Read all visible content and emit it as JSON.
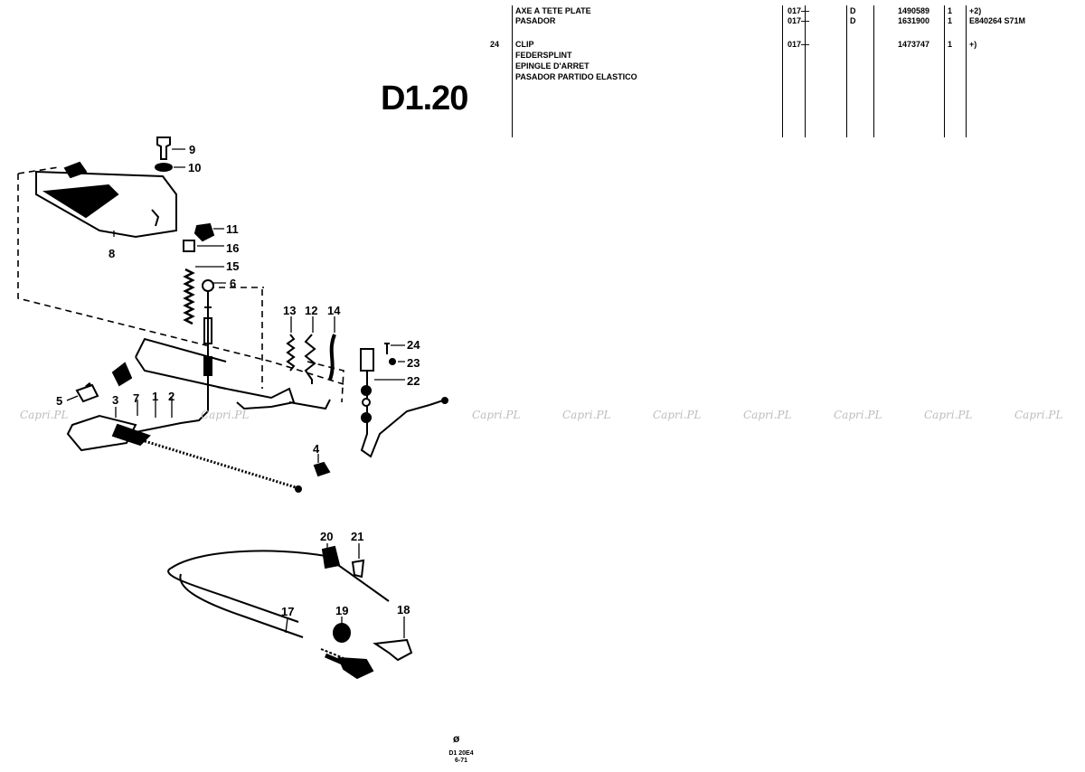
{
  "page": {
    "code": "D1.20"
  },
  "table": {
    "rows": [
      {
        "item": "",
        "desc": "AXE A TETE PLATE",
        "from": "017—",
        "ver": "D",
        "part": "1490589",
        "qty": "1",
        "remark": "+2)"
      },
      {
        "item": "",
        "desc": "PASADOR",
        "from": "017—",
        "ver": "D",
        "part": "1631900",
        "qty": "1",
        "remark": "E840264 S71M"
      },
      {
        "item": "24",
        "desc": "CLIP",
        "from": "017—",
        "ver": "",
        "part": "1473747",
        "qty": "1",
        "remark": "+)"
      },
      {
        "item": "",
        "desc": "FEDERSPLINT",
        "from": "",
        "ver": "",
        "part": "",
        "qty": "",
        "remark": ""
      },
      {
        "item": "",
        "desc": "EPINGLE D'ARRET",
        "from": "",
        "ver": "",
        "part": "",
        "qty": "",
        "remark": ""
      },
      {
        "item": "",
        "desc": "PASADOR PARTIDO ELASTICO",
        "from": "",
        "ver": "",
        "part": "",
        "qty": "",
        "remark": ""
      }
    ]
  },
  "callouts": {
    "c1": "1",
    "c2": "2",
    "c3": "3",
    "c4": "4",
    "c5": "5",
    "c6": "6",
    "c7": "7",
    "c8": "8",
    "c9": "9",
    "c10": "10",
    "c11": "11",
    "c12": "12",
    "c13": "13",
    "c14": "14",
    "c15": "15",
    "c16": "16",
    "c17": "17",
    "c18": "18",
    "c19": "19",
    "c20": "20",
    "c21": "21",
    "c22": "22",
    "c23": "23",
    "c24": "24"
  },
  "watermark": "Capri.PL",
  "footer": {
    "mark": "ø",
    "ref_line1": "D1 20E4",
    "ref_line2": "6-71"
  }
}
